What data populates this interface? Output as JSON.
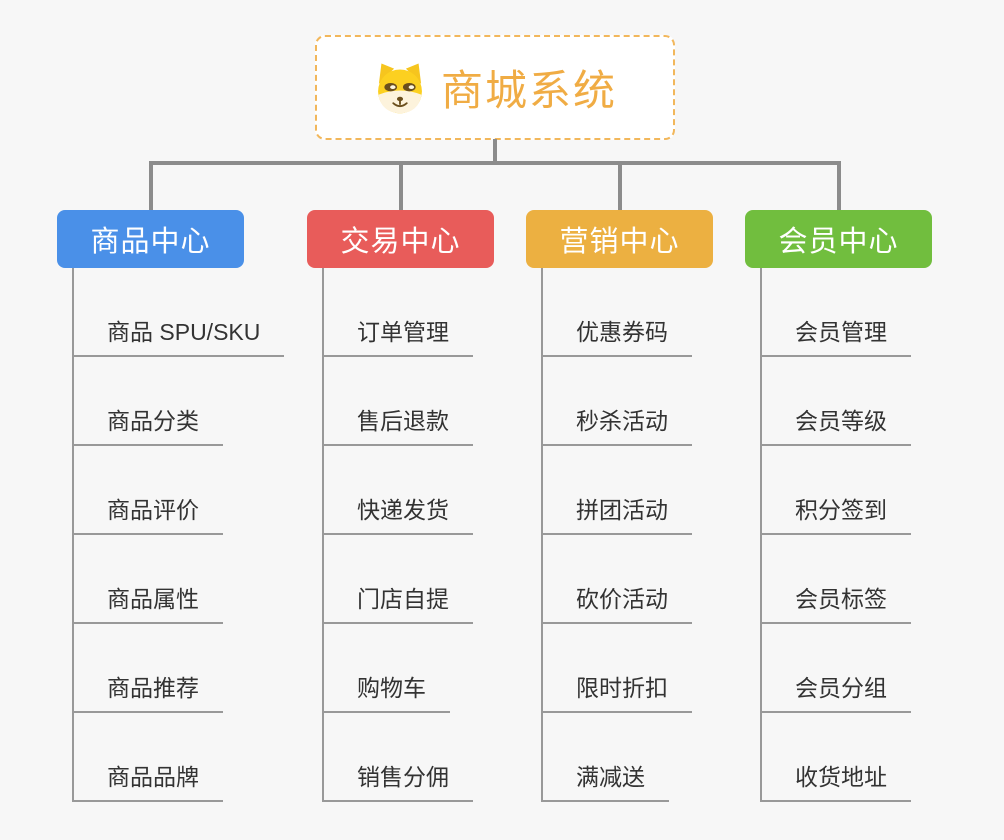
{
  "root": {
    "title": "商城系统",
    "icon": "dog-face-icon"
  },
  "branches": [
    {
      "label": "商品中心",
      "color": "#4a90e8",
      "items": [
        "商品 SPU/SKU",
        "商品分类",
        "商品评价",
        "商品属性",
        "商品推荐",
        "商品品牌"
      ]
    },
    {
      "label": "交易中心",
      "color": "#e85c5a",
      "items": [
        "订单管理",
        "售后退款",
        "快递发货",
        "门店自提",
        "购物车",
        "销售分佣"
      ]
    },
    {
      "label": "营销中心",
      "color": "#ecb041",
      "items": [
        "优惠券码",
        "秒杀活动",
        "拼团活动",
        "砍价活动",
        "限时折扣",
        "满减送"
      ]
    },
    {
      "label": "会员中心",
      "color": "#71be3e",
      "items": [
        "会员管理",
        "会员等级",
        "积分签到",
        "会员标签",
        "会员分组",
        "收货地址"
      ]
    }
  ],
  "colors": {
    "root_border": "#f2b75b",
    "root_title": "#f0ac44",
    "connector": "#8c8c8c",
    "spine": "#999999",
    "underline": "#999999",
    "item_text": "#333333",
    "background": "#f7f7f7"
  }
}
